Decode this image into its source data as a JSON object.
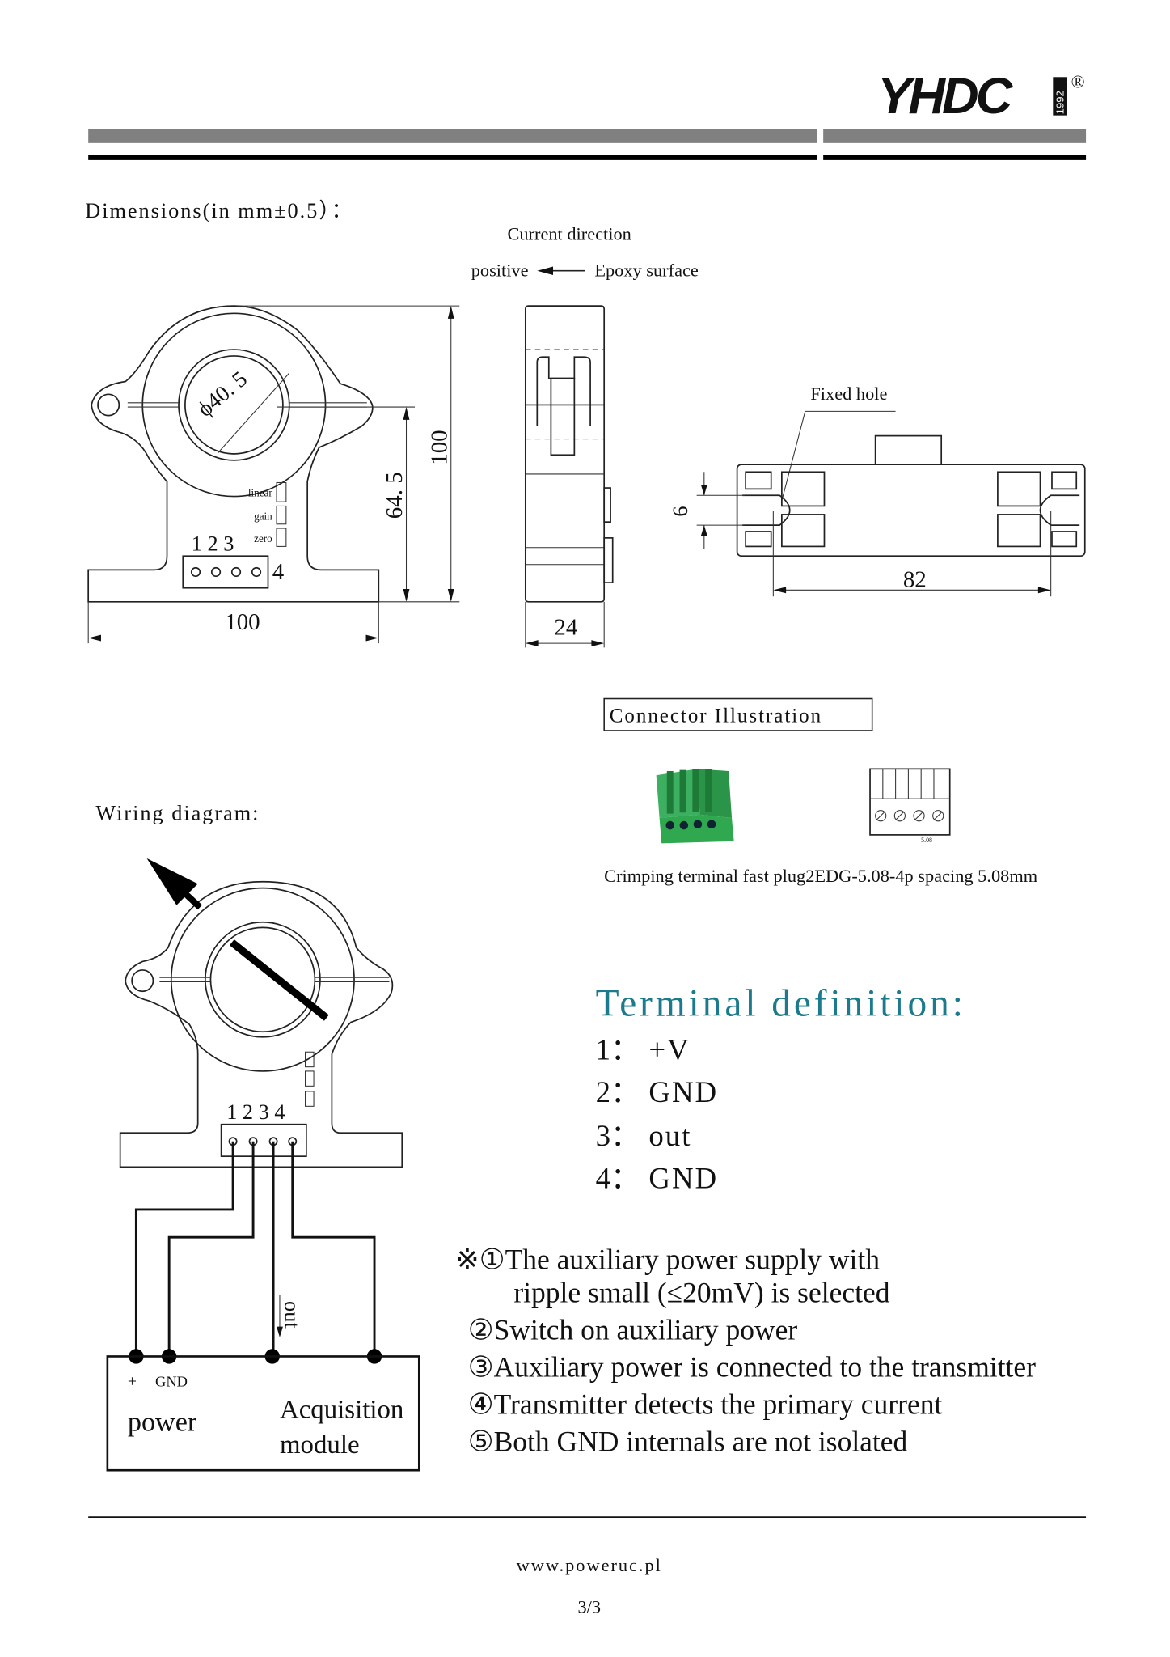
{
  "header": {
    "logo_text": "YHDC",
    "logo_year": "1992",
    "registered_mark": "®"
  },
  "dimensions": {
    "heading": "Dimensions(in mm±0.5）：",
    "current_direction_label": "Current direction",
    "positive_label": "positive",
    "epoxy_label": "Epoxy surface",
    "diameter_label": "ϕ40. 5",
    "pot_labels": [
      "linear",
      "gain",
      "zero"
    ],
    "pin_numbers_front": "1 2 3",
    "pin_four": "4",
    "width_label": "100",
    "height_label": "100",
    "center_height_label": "64. 5",
    "depth_label": "24",
    "fixed_hole_label": "Fixed hole",
    "hole_size_label": "6",
    "hole_spacing_label": "82"
  },
  "connector": {
    "title": "Connector Illustration",
    "pitch_label": "5.08",
    "caption": "Crimping terminal fast plug2EDG-5.08-4p spacing 5.08mm",
    "green_color": "#2fa84f"
  },
  "wiring": {
    "heading": "Wiring diagram:",
    "pin_numbers": "1 2 3 4",
    "out_label": "out",
    "plus_label": "+",
    "gnd_label": "GND",
    "power_label": "power",
    "acq_line1": "Acquisition",
    "acq_line2": "module"
  },
  "terminal": {
    "title": "Terminal definition:",
    "title_color": "#1b7a8c",
    "items": [
      {
        "num": "1：",
        "value": "+V"
      },
      {
        "num": "2：",
        "value": "GND"
      },
      {
        "num": "3：",
        "value": "out"
      },
      {
        "num": "4：",
        "value": "GND"
      }
    ]
  },
  "notes": [
    "※①The auxiliary power supply with",
    "ripple small (≤20mV) is selected",
    "②Switch on auxiliary power",
    "③Auxiliary power is connected to the transmitter",
    "④Transmitter detects the primary current",
    "⑤Both GND internals are not isolated"
  ],
  "footer": {
    "website": "www.poweruc.pl",
    "page": "3/3"
  }
}
